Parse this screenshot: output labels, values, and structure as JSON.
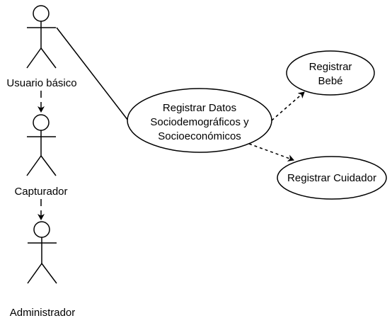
{
  "actors": {
    "usuario_basico": "Usuario básico",
    "capturador": "Capturador",
    "administrador": "Administrador"
  },
  "use_cases": {
    "registrar_datos": [
      "Registrar Datos",
      "Sociodemográficos y",
      "Socioeconómicos"
    ],
    "registrar_bebe": [
      "Registrar",
      "Bebé"
    ],
    "registrar_cuidador": "Registrar Cuidador"
  },
  "colors": {
    "stroke": "#000000",
    "fill": "#ffffff"
  }
}
